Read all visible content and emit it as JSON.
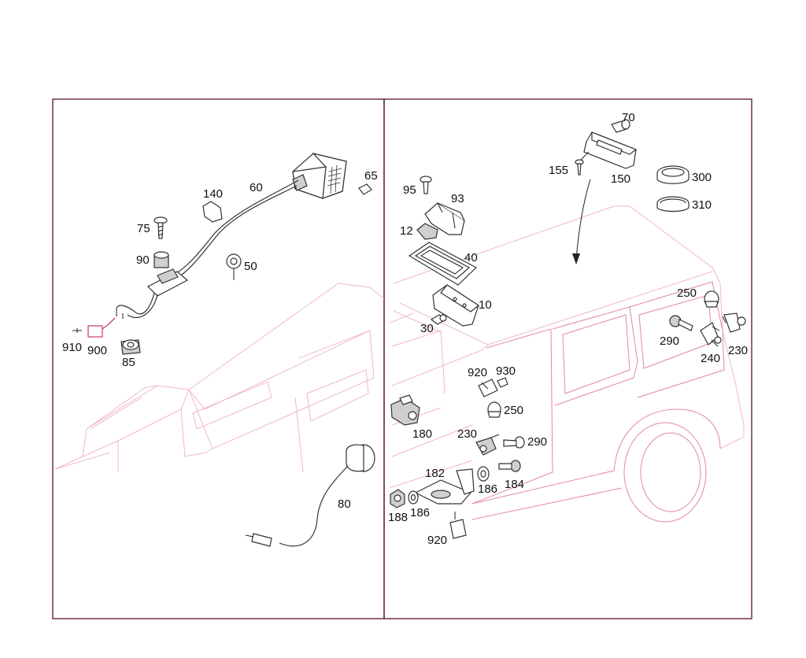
{
  "labels": {
    "l60": "60",
    "l65": "65",
    "l140": "140",
    "l75": "75",
    "l90": "90",
    "l50": "50",
    "l910": "910",
    "l900": "900",
    "l85": "85",
    "l80": "80",
    "l70": "70",
    "l155": "155",
    "l150": "150",
    "l300": "300",
    "l310": "310",
    "l95": "95",
    "l93": "93",
    "l12": "12",
    "l40": "40",
    "l10": "10",
    "l30": "30",
    "l250a": "250",
    "l290a": "290",
    "l240": "240",
    "l230a": "230",
    "l920a": "920",
    "l930": "930",
    "l250b": "250",
    "l180": "180",
    "l230b": "230",
    "l290b": "290",
    "l184": "184",
    "l182": "182",
    "l186a": "186",
    "l186b": "186",
    "l188": "188",
    "l920b": "920"
  },
  "colors": {
    "frame": "#5a1030",
    "vehicle_outline": "#f0b8c6",
    "part_line": "#333333"
  }
}
